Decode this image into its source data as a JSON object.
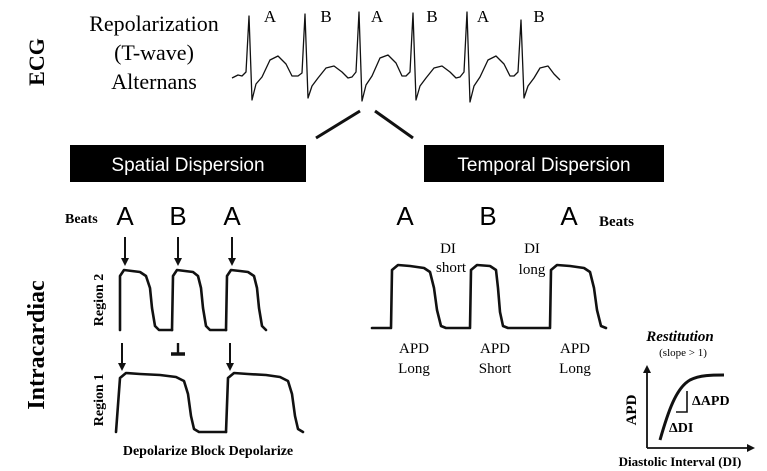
{
  "side_labels": {
    "ecg": "ECG",
    "intracardiac": "Intracardiac"
  },
  "ecg": {
    "title_lines": [
      "Repolarization",
      "(T-wave)",
      "Alternans"
    ],
    "beat_labels": [
      "A",
      "B",
      "A",
      "B",
      "A",
      "B"
    ]
  },
  "boxes": {
    "spatial": "Spatial Dispersion",
    "temporal": "Temporal Dispersion"
  },
  "spatial": {
    "beats_label": "Beats",
    "beat_letters": [
      "A",
      "B",
      "A"
    ],
    "region2": "Region 2",
    "region1": "Region 1",
    "bottom_caption": "Depolarize Block Depolarize"
  },
  "temporal": {
    "beat_letters": [
      "A",
      "B",
      "A"
    ],
    "beats_label": "Beats",
    "di_short": [
      "DI",
      "short"
    ],
    "di_long": [
      "DI",
      "long"
    ],
    "apd_labels": [
      [
        "APD",
        "Long"
      ],
      [
        "APD",
        "Short"
      ],
      [
        "APD",
        "Long"
      ]
    ]
  },
  "restitution": {
    "title": "Restitution",
    "subtitle": "(slope > 1)",
    "y_label": "APD",
    "x_label": "Diastolic Interval (DI)",
    "delta_apd": "ΔAPD",
    "delta_di": "ΔDI"
  }
}
